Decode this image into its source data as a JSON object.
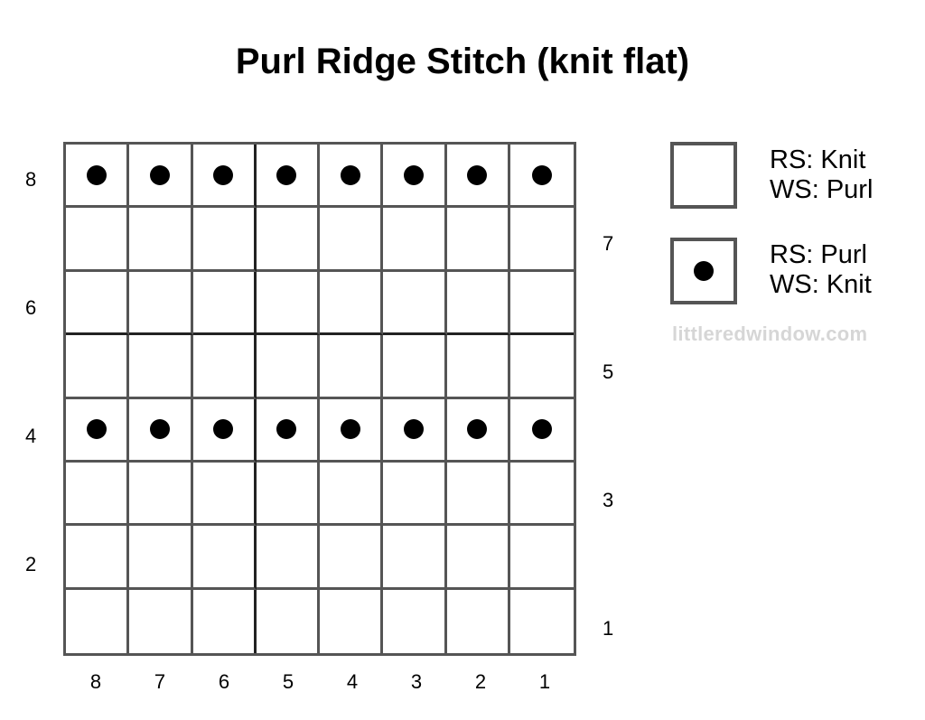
{
  "title": "Purl Ridge Stitch (knit flat)",
  "chart": {
    "rows": 8,
    "columns": 8,
    "column_labels": [
      "8",
      "7",
      "6",
      "5",
      "4",
      "3",
      "2",
      "1"
    ],
    "row_labels_left": [
      {
        "row": "8",
        "label": "8"
      },
      {
        "row": "6",
        "label": "6"
      },
      {
        "row": "4",
        "label": "4"
      },
      {
        "row": "2",
        "label": "2"
      }
    ],
    "row_labels_right": [
      {
        "row": "7",
        "label": "7"
      },
      {
        "row": "5",
        "label": "5"
      },
      {
        "row": "3",
        "label": "3"
      },
      {
        "row": "1",
        "label": "1"
      }
    ],
    "purl_rows": [
      8,
      4
    ],
    "grid_color": "#555555",
    "divider_color": "#222222"
  },
  "legend": [
    {
      "symbol": "empty-square",
      "line1": "RS: Knit",
      "line2": "WS: Purl"
    },
    {
      "symbol": "dot-square",
      "line1": "RS: Purl",
      "line2": "WS: Knit"
    }
  ],
  "watermark": "littleredwindow.com"
}
